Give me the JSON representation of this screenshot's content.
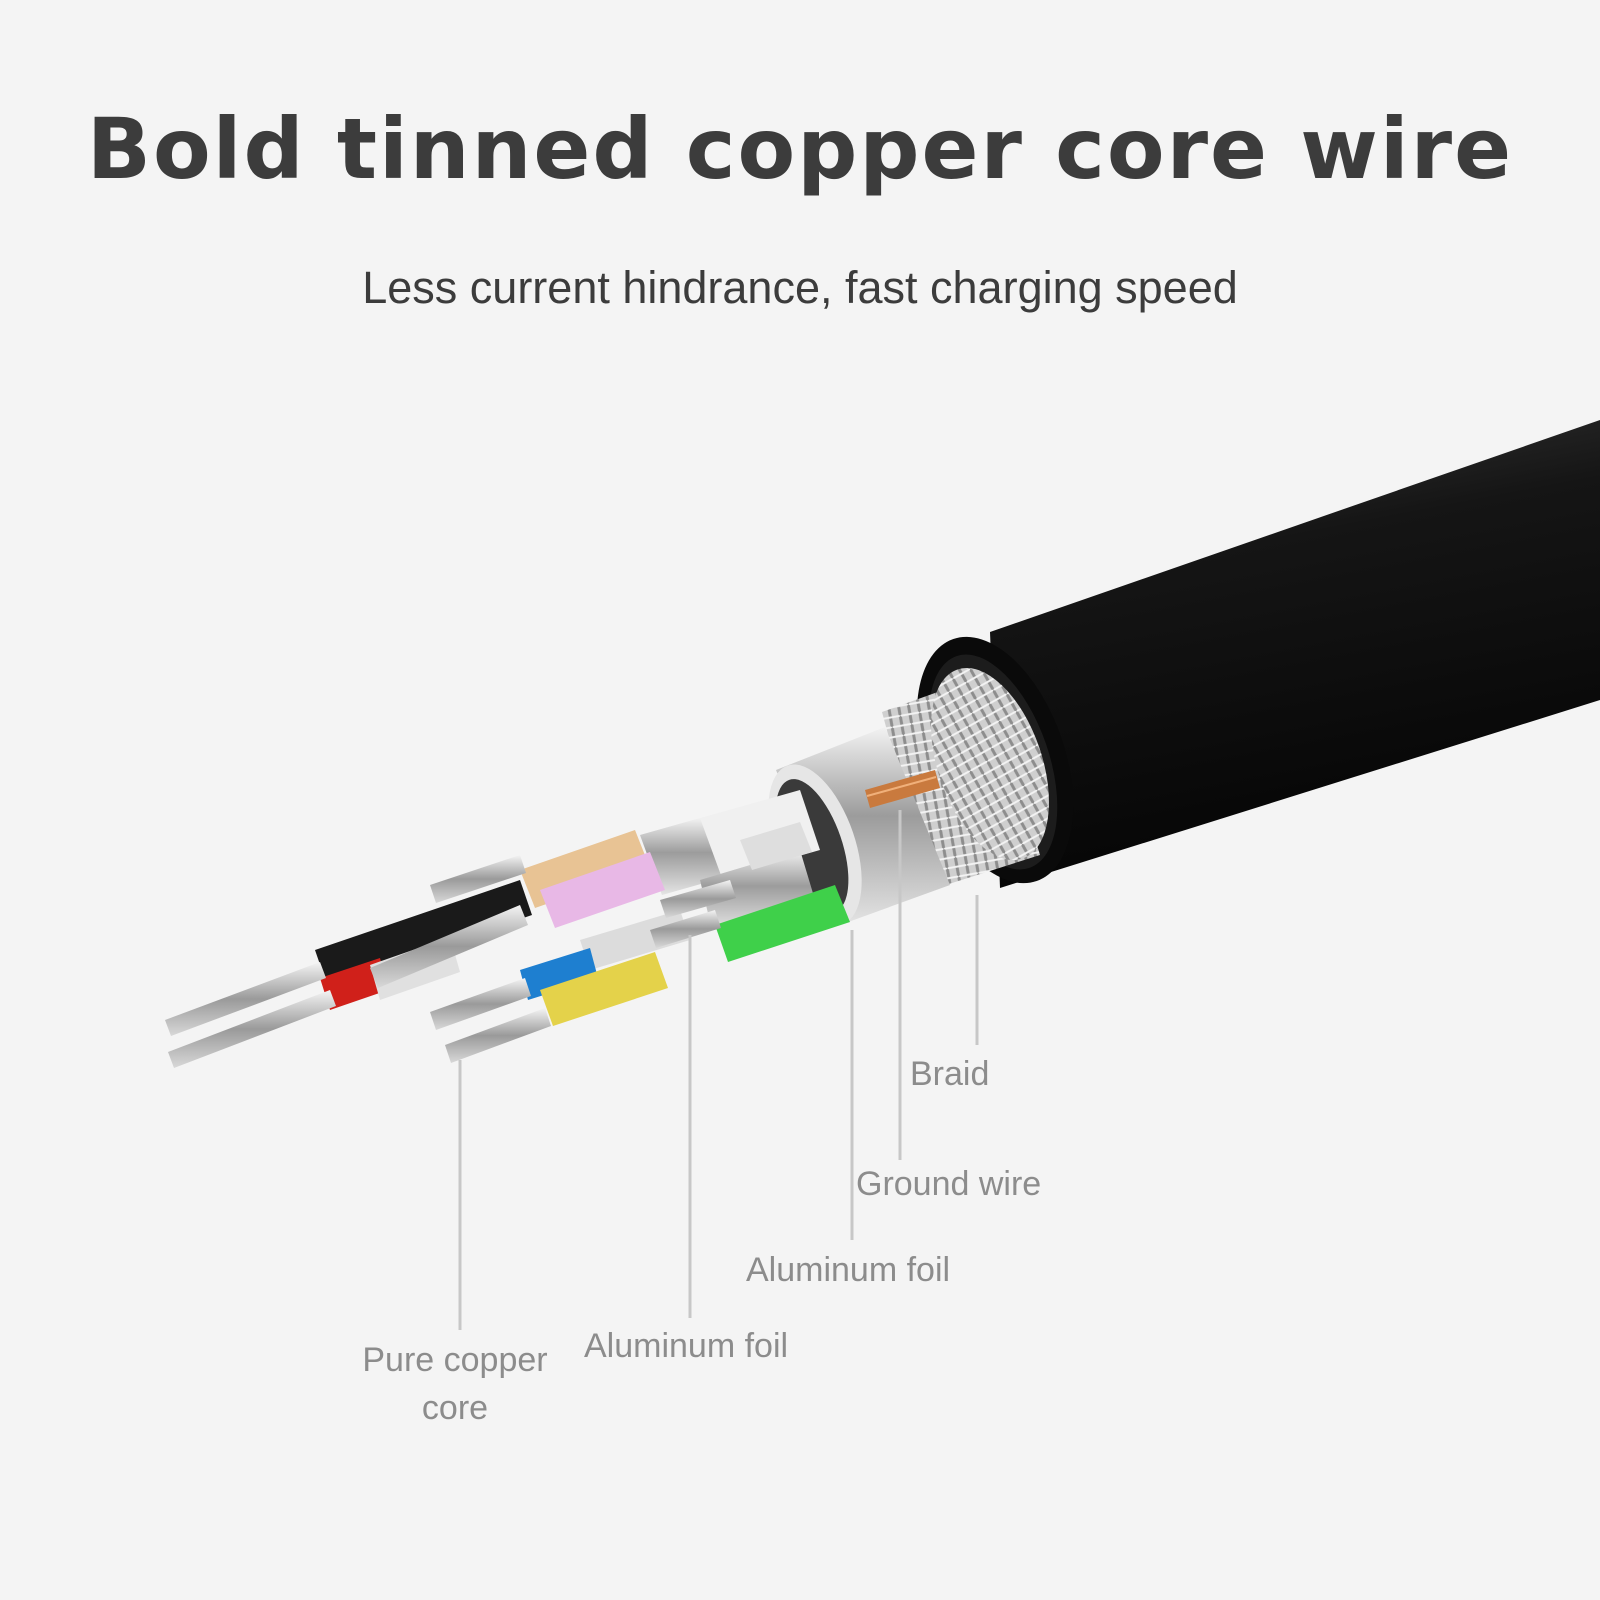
{
  "title": "Bold tinned copper core wire",
  "subtitle": "Less current hindrance, fast charging speed",
  "labels": {
    "braid": "Braid",
    "ground_wire": "Ground wire",
    "aluminum_foil_outer": "Aluminum foil",
    "aluminum_foil_inner": "Aluminum foil",
    "pure_copper_core_line1": "Pure copper",
    "pure_copper_core_line2": "core"
  },
  "colors": {
    "background": "#f4f4f4",
    "jacket": "#111111",
    "braid": "#c9c9c9",
    "foil": "#d4d4d4",
    "copper": "#c97a3e",
    "wire_black": "#1a1a1a",
    "wire_red": "#d0201a",
    "wire_tan": "#e8c394",
    "wire_pink": "#e8b8e6",
    "wire_blue": "#1e7fd0",
    "wire_yellow": "#e4d24a",
    "wire_green": "#3fd04a",
    "strand": "#c8c8c8"
  }
}
